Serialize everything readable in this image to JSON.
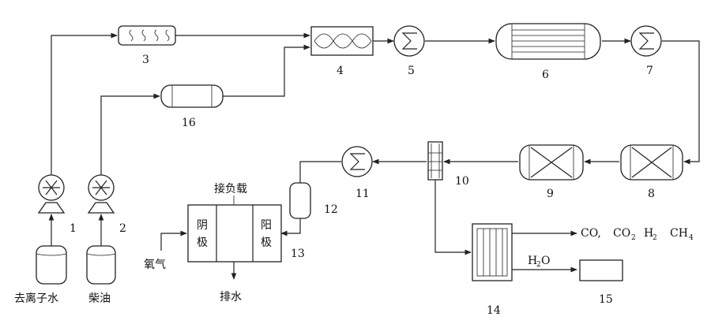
{
  "diagram": {
    "numbers": {
      "n1": "1",
      "n2": "2",
      "n3": "3",
      "n4": "4",
      "n5": "5",
      "n6": "6",
      "n7": "7",
      "n8": "8",
      "n9": "9",
      "n10": "10",
      "n11": "11",
      "n12": "12",
      "n13": "13",
      "n14": "14",
      "n15": "15",
      "n16": "16"
    },
    "text": {
      "deionized_water": "去离子水",
      "diesel": "柴油",
      "load": "接负载",
      "cathode_1": "阴",
      "cathode_2": "极",
      "anode_1": "阳",
      "anode_2": "极",
      "oxygen": "氧气",
      "drain": "排水"
    },
    "outputs": {
      "gas_co": "CO,",
      "gas_co2_main": "CO",
      "gas_co2_sub": "2",
      "gas_h2_main": "H",
      "gas_h2_sub": "2",
      "gas_ch4_main": "CH",
      "gas_ch4_sub": "4",
      "water_h": "H",
      "water_sub": "2",
      "water_o": "O"
    }
  }
}
